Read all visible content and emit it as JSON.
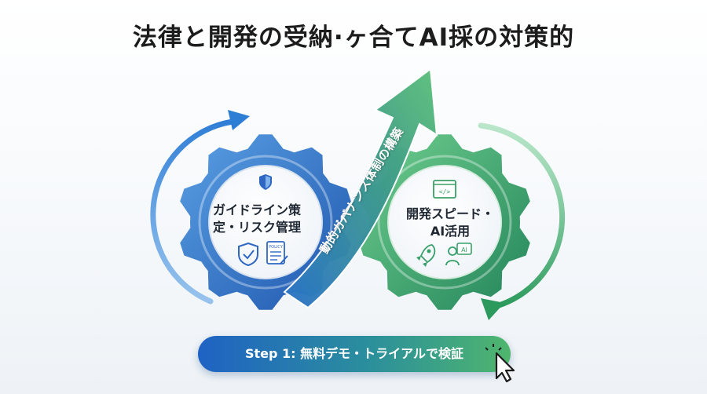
{
  "title": "法律と開発の受納·ヶ合てAI採の対策的",
  "left_gear": {
    "line1": "ガイドライン策",
    "line2": "定・リスク管理",
    "badge_text": "POLICY"
  },
  "right_gear": {
    "line1": "開発スピード・",
    "line2": "AI活用",
    "badge_text": "AI",
    "code_text": "</>"
  },
  "center_arrow": {
    "label": "動的ガバナンス体制の構築"
  },
  "cta": {
    "label": "Step 1: 無料デモ・トライアルで検証"
  },
  "colors": {
    "blue": "#2e67c2",
    "blue_light": "#4e92d9",
    "green": "#3aa06a",
    "green_light": "#6cc58a",
    "text": "#1c1c1c"
  },
  "icons": [
    "shield-icon",
    "shield-check-icon",
    "policy-document-icon",
    "code-window-icon",
    "rocket-icon",
    "person-ai-icon",
    "cursor-icon"
  ]
}
